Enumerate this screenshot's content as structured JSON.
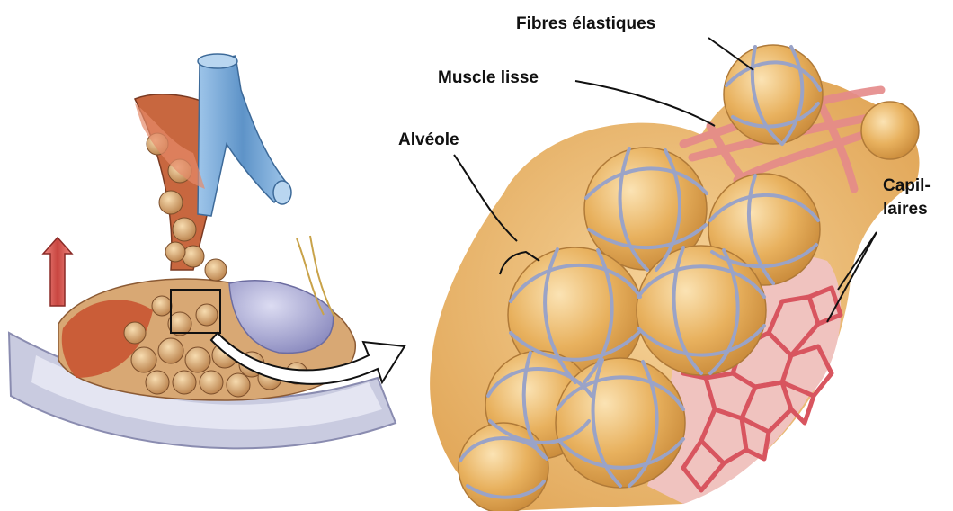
{
  "labels": {
    "fibres": "Fibres élastiques",
    "muscle": "Muscle lisse",
    "alveole": "Alvéole",
    "capil_line1": "Capil-",
    "capil_line2": "laires"
  },
  "colors": {
    "alveolus": "#e8b15e",
    "alveolus_shade": "#c98a3a",
    "elastic_fibre": "#9aa3c7",
    "capillary": "#d8555f",
    "muscle": "#e58a8a",
    "vein": "#7faed8",
    "artery": "#d9534f",
    "pleura": "#c9cbe0"
  }
}
